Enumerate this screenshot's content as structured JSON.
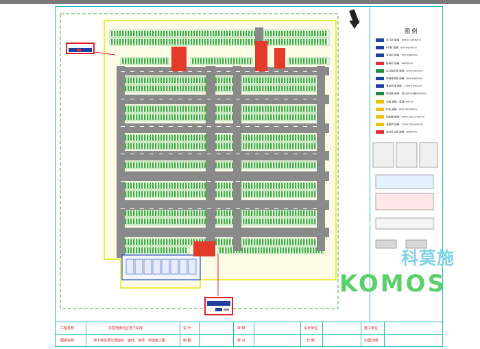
{
  "legend": {
    "title": "图 例",
    "items": [
      {
        "label": "龙门架 规格：6000×1300mm",
        "color": "#1c3fa0"
      },
      {
        "label": "P字牌 规格：800×600mm",
        "color": "#1c3fa0"
      },
      {
        "label": "导向标 规格：300×600mm",
        "color": "#1c3fa0"
      },
      {
        "label": "限高标 规格：Φ600mm",
        "color": "#e03030"
      },
      {
        "label": "出口指示牌 规格：600×300mm",
        "color": "#1c8c3c"
      },
      {
        "label": "电梯楼梯牌 规格：600×300mm",
        "color": "#1c3fa0"
      },
      {
        "label": "悬挂吊牌 规格：1200×300mm",
        "color": "#1c3fa0"
      },
      {
        "label": "墙号牌 规格：宽300mm高3000mm",
        "color": "#1c8c3c"
      },
      {
        "label": "划线 规格：宽度100mm",
        "color": "#f0c000"
      },
      {
        "label": "护角 规格：800×80×6mm",
        "color": "#f0c000"
      },
      {
        "label": "挡轮器 规格：500×150×100mm",
        "color": "#f0c000"
      },
      {
        "label": "减速带 规格：350×350×40mm",
        "color": "#f0c000"
      },
      {
        "label": "安全反光镜 规格：Φ600mm",
        "color": "#e03030"
      }
    ]
  },
  "title_block": {
    "project_name_label": "工程名称",
    "project_name": "东营地德北区地下车库",
    "drawing_name_label": "图纸名称",
    "drawing_name": "地下停车场交通指标、画线、地坪、划道施工图",
    "design_label": "设 计",
    "review_label": "审 核",
    "drafting_label": "制 图",
    "proofread_label": "校 对",
    "design_unit_label": "设计单位",
    "date_label": "日 期",
    "construction_unit_label": "施工单位",
    "drawing_no_label": "出图日期"
  },
  "watermark": {
    "brand_cn": "科莫施",
    "brand_en": "KOMOS"
  },
  "colors": {
    "border": "#20b8c8",
    "parking": "#3fae3f",
    "road": "#8a8a8a",
    "boundary": "#e6e600",
    "callout": "#e02020"
  }
}
